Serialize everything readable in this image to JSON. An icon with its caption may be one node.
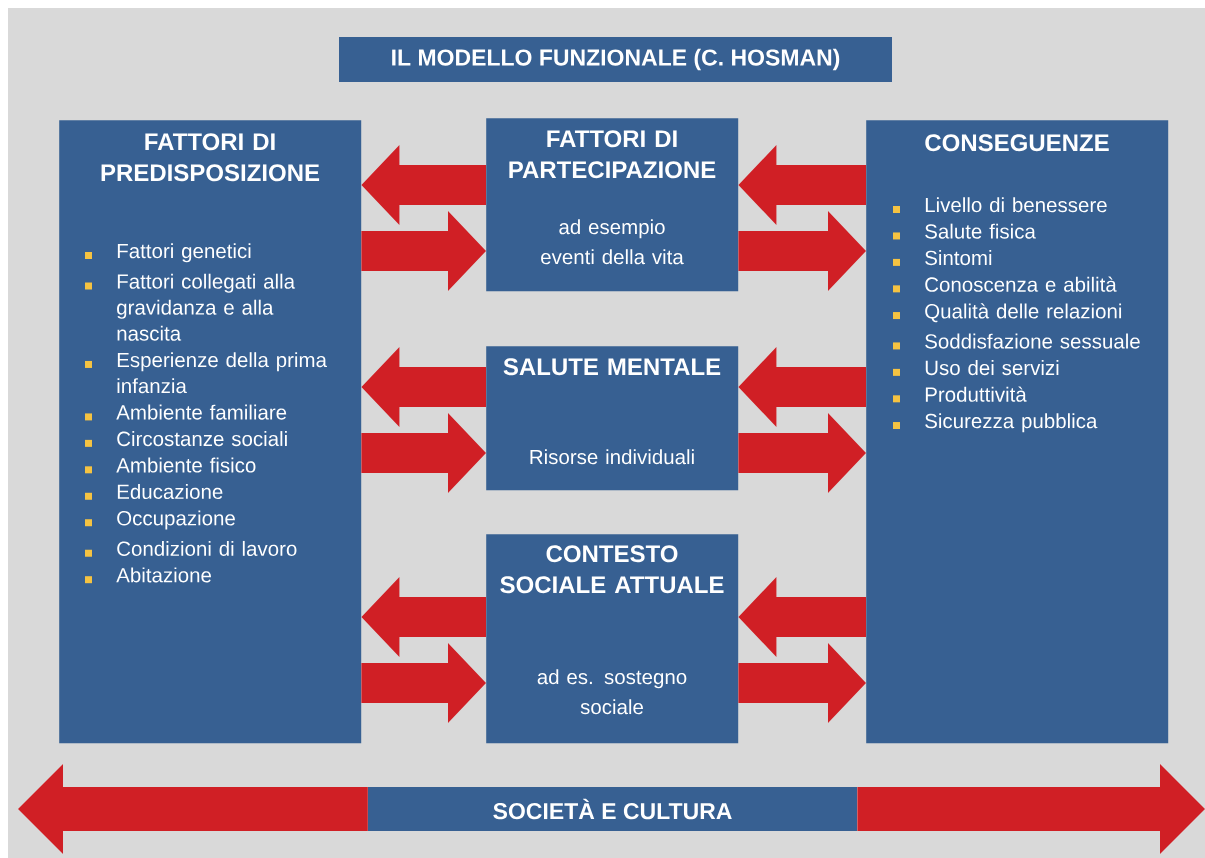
{
  "diagram": {
    "nodes": [
      {
        "text": [
          "IL MODELLO FUNZIONALE (C. HOSMAN)"
        ]
      },
      {
        "text": [
          "FATTORI DI PREDISPOSIZIONE",
          "Fattori genetici",
          "Fattori collegati alla gravidanza e alla nascita",
          "Esperienze della prima infanzia",
          "Ambiente familiare",
          "Circostanze sociali",
          "Ambiente fisico",
          "Educazione",
          "Occupazione",
          "Condizioni di lavoro",
          "Abitazione"
        ]
      },
      {
        "text": [
          "FATTORI DI PARTECIPAZIONE",
          "ad esempio eventi della vita"
        ]
      },
      {
        "text": [
          "SALUTE MENTALE",
          "Risorse individuali"
        ]
      },
      {
        "text": [
          "CONTESTO SOCIALE ATTUALE",
          "ad es. sostegno sociale"
        ]
      },
      {
        "text": [
          "CONSEGUENZE",
          "Livello di benessere",
          "Salute fisica",
          "Sintomi",
          "Conoscenza e abilità",
          "Qualità delle relazioni",
          "Soddisfazione sessuale",
          "Uso dei servizi",
          "Produttività",
          "Sicurezza pubblica"
        ]
      },
      {
        "text": [
          "SOCIETÀ E CULTURA"
        ]
      }
    ],
    "edges": [
      {
        "from": 2,
        "to": 1,
        "arrow": "to"
      },
      {
        "from": 1,
        "to": 2,
        "arrow": "to"
      },
      {
        "from": 3,
        "to": 1,
        "arrow": "to"
      },
      {
        "from": 1,
        "to": 3,
        "arrow": "to"
      },
      {
        "from": 4,
        "to": 1,
        "arrow": "to"
      },
      {
        "from": 1,
        "to": 4,
        "arrow": "to"
      },
      {
        "from": 5,
        "to": 2,
        "arrow": "to"
      },
      {
        "from": 2,
        "to": 5,
        "arrow": "to"
      },
      {
        "from": 5,
        "to": 3,
        "arrow": "to"
      },
      {
        "from": 3,
        "to": 5,
        "arrow": "to"
      },
      {
        "from": 5,
        "to": 4,
        "arrow": "to"
      },
      {
        "from": 4,
        "to": 5,
        "arrow": "to"
      },
      {
        "from": 6,
        "to": null,
        "arrow": "to"
      },
      {
        "from": 6,
        "to": null,
        "arrow": "to"
      }
    ]
  }
}
